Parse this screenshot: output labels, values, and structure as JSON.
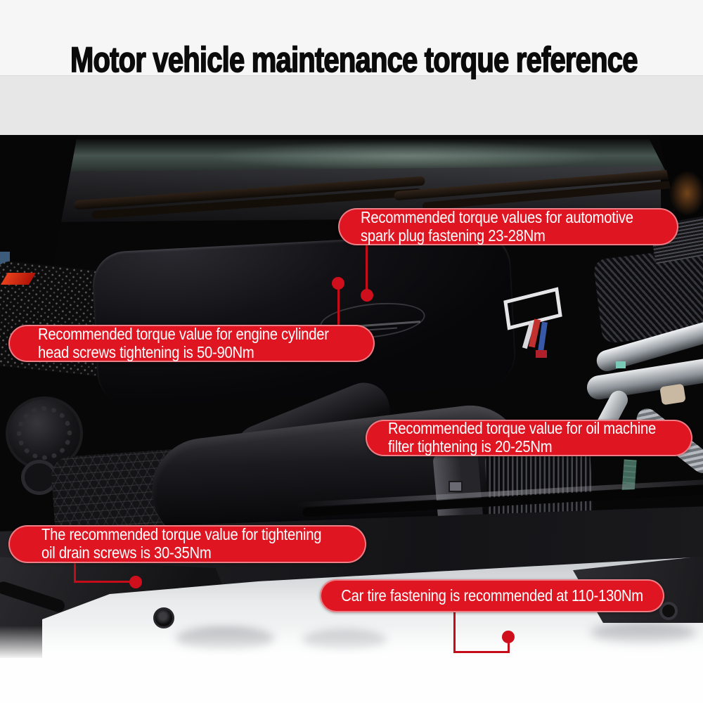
{
  "page": {
    "title": "Motor vehicle maintenance torque reference"
  },
  "colors": {
    "bubble_red": "#df1522",
    "connector_red": "#c40d18",
    "dot_red": "#cf0f1c",
    "label_text": "#ffffff",
    "title_color": "#0b0b0b",
    "band_top": "#f6f6f6",
    "band_bottom": "#e7e7e8",
    "page_bg": "#fdfdfd"
  },
  "callouts": [
    {
      "id": "spark-plug",
      "lines": [
        "Recommended torque values for automotive",
        "spark plug fastening 23-28Nm"
      ],
      "torque_value": "23-28Nm"
    },
    {
      "id": "cylinder-head",
      "lines": [
        "Recommended torque value for engine cylinder",
        "head screws tightening is 50-90Nm"
      ],
      "torque_value": "50-90Nm"
    },
    {
      "id": "oil-filter",
      "lines": [
        "Recommended torque value for oil machine",
        "filter tightening is 20-25Nm"
      ],
      "torque_value": "20-25Nm"
    },
    {
      "id": "oil-drain",
      "lines": [
        "The recommended torque value for tightening",
        "oil drain screws is 30-35Nm"
      ],
      "torque_value": "30-35Nm"
    },
    {
      "id": "car-tire",
      "lines": [
        "Car tire fastening is recommended at 110-130Nm"
      ],
      "torque_value": "110-130Nm"
    }
  ]
}
